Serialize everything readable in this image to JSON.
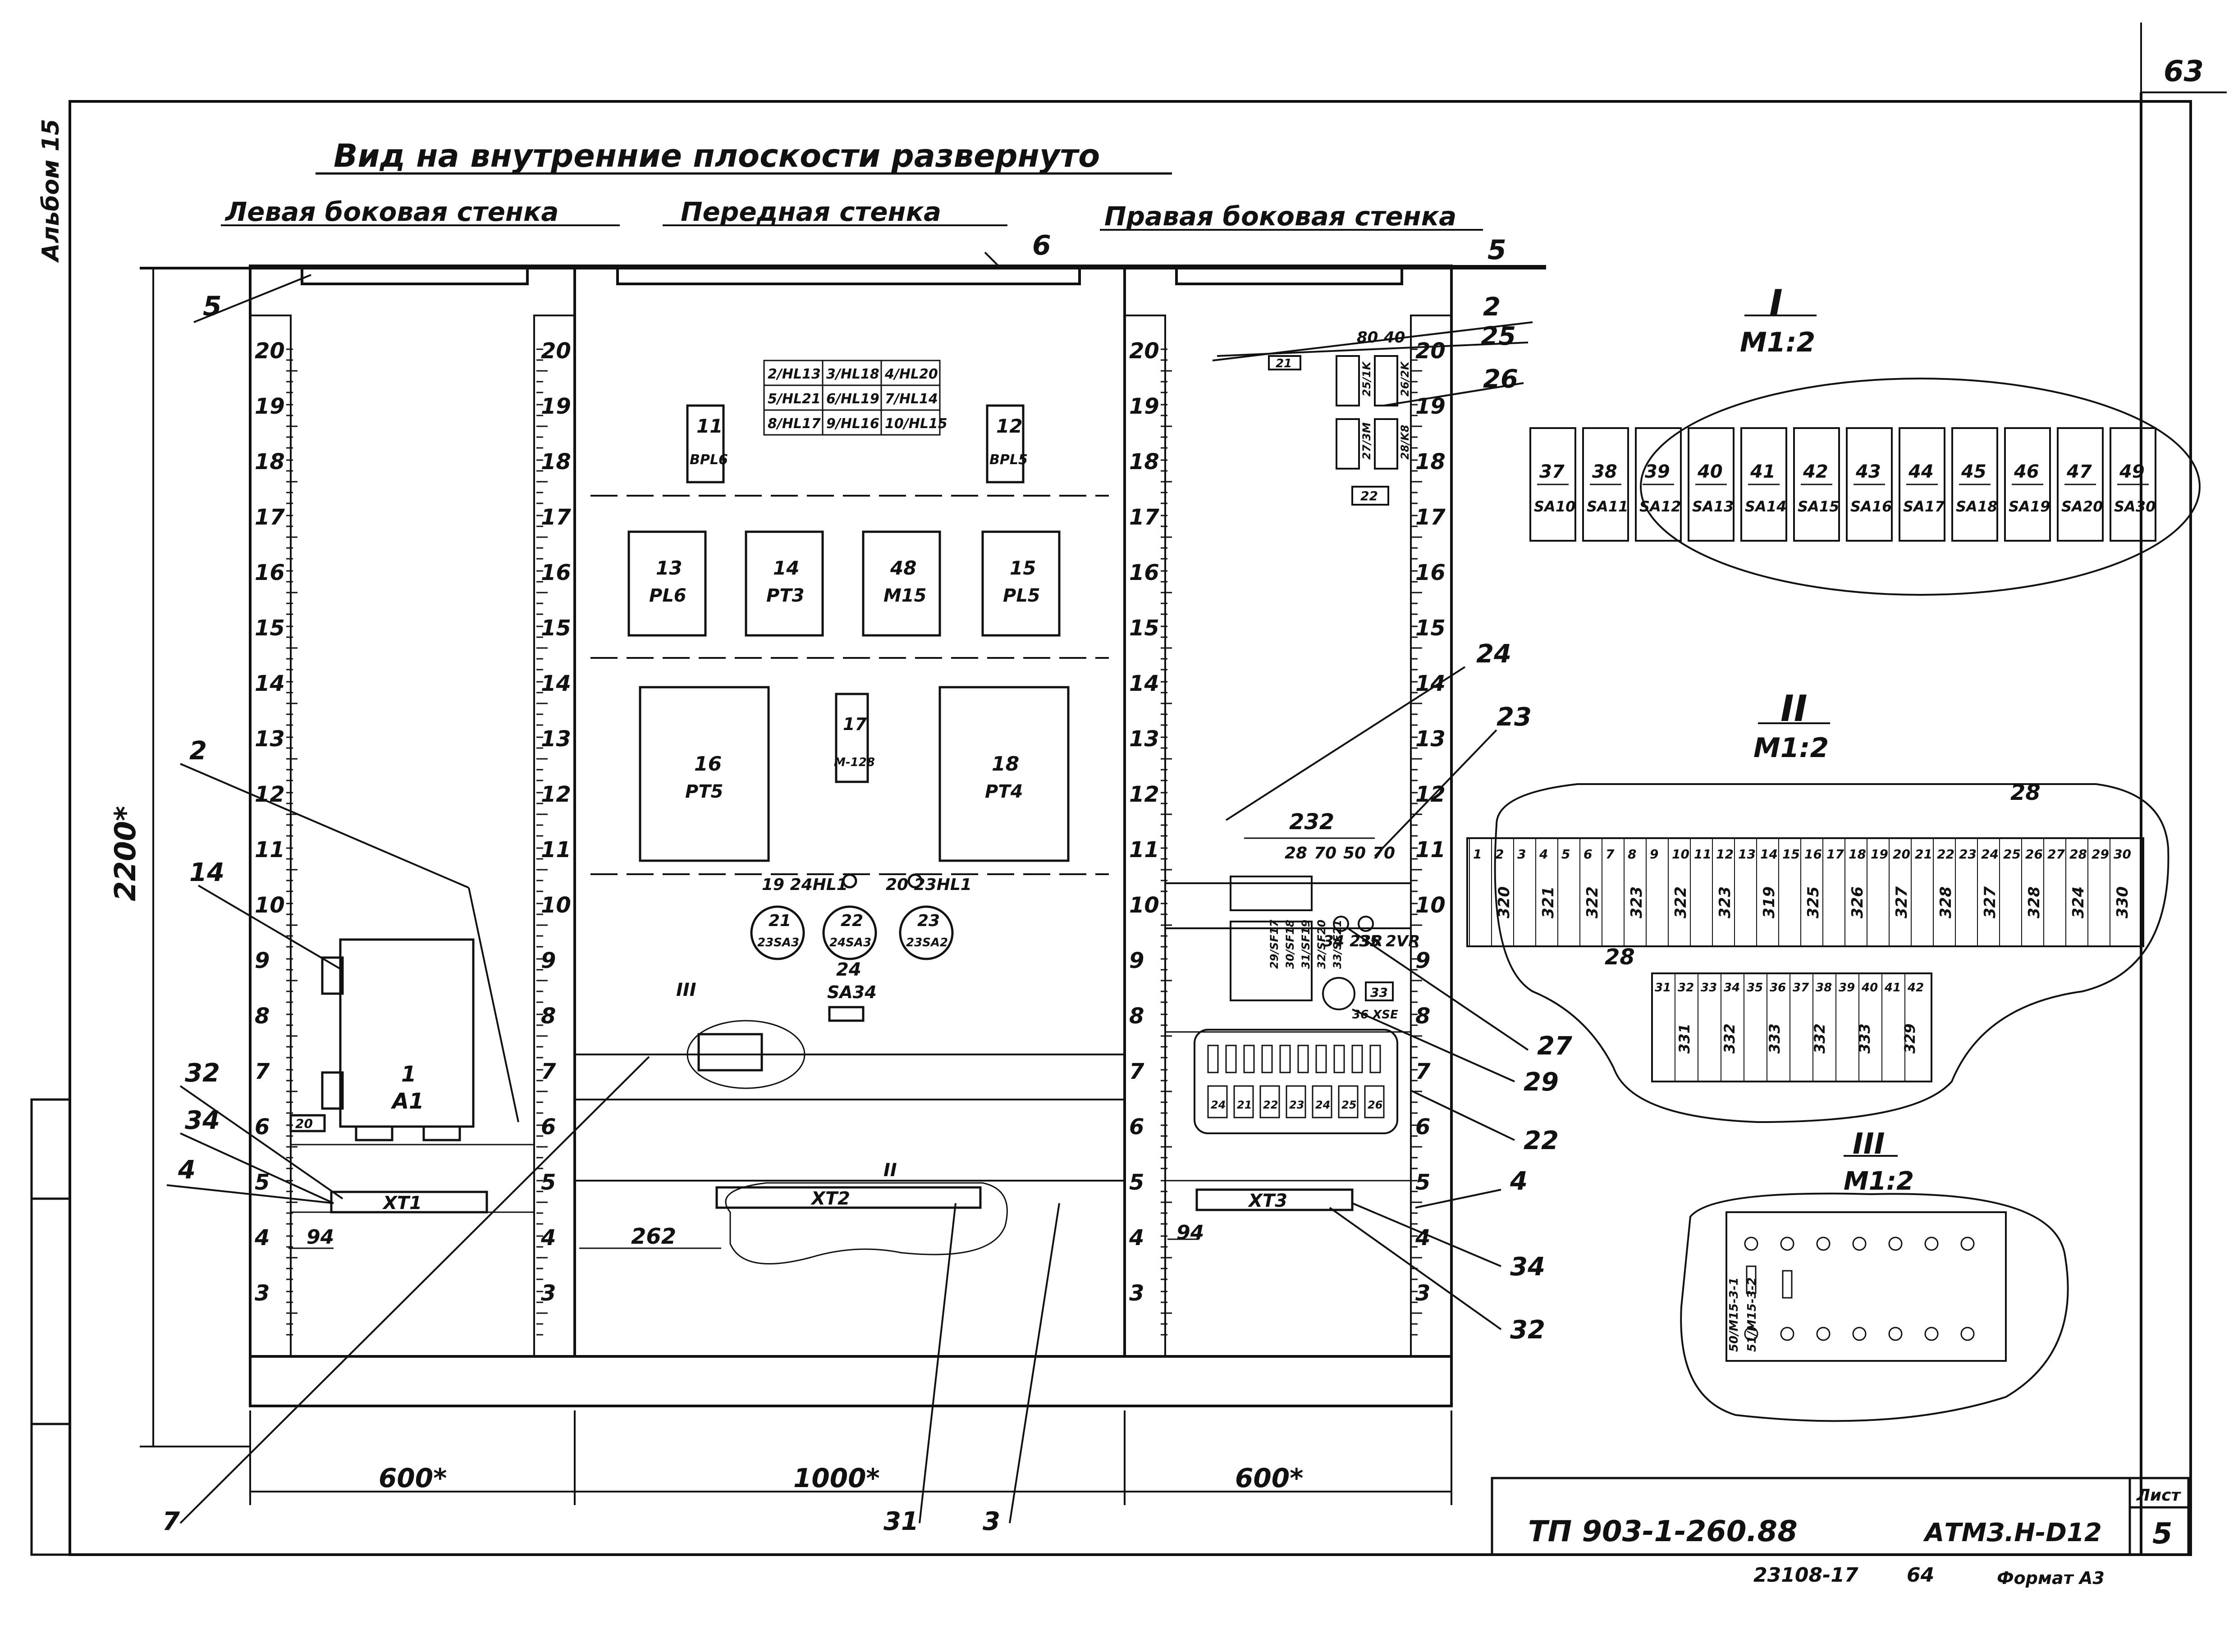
{
  "sheet_number": "63",
  "album": "Альбом 15",
  "title": "Вид на внутренние плоскости развернуто",
  "walls": {
    "left": "Левая боковая стенка",
    "front": "Передная стенка",
    "right": "Правая боковая стенка"
  },
  "dimensions": {
    "height": "2200*",
    "left_width": "600*",
    "front_width": "1000*",
    "right_width": "600*",
    "offset_left": "94",
    "offset_mid": "262",
    "offset_right": "94",
    "top_232": "232",
    "d28": "28",
    "d70a": "70",
    "d50": "50",
    "d70b": "70",
    "d80": "80",
    "d40": "40"
  },
  "scale_numbers": [
    "20",
    "19",
    "18",
    "17",
    "16",
    "15",
    "14",
    "13",
    "12",
    "11",
    "10",
    "9",
    "8",
    "7",
    "6",
    "5",
    "4",
    "3"
  ],
  "callouts": {
    "c5_left": "5",
    "c6": "6",
    "c5_right": "5",
    "c2_top": "2",
    "c25": "25",
    "c26": "26",
    "c24": "24",
    "c23": "23",
    "c27": "27",
    "c29": "29",
    "c22": "22",
    "c4_right": "4",
    "c34_right": "34",
    "c32_right": "32",
    "c2_left": "2",
    "c14": "14",
    "c32_left": "32",
    "c34_left": "34",
    "c4_left": "4",
    "c7": "7",
    "c31": "31",
    "c3": "3"
  },
  "hl_table": [
    [
      "2/HL13",
      "3/HL18",
      "4/HL20"
    ],
    [
      "5/HL21",
      "6/HL19",
      "7/HL14"
    ],
    [
      "8/HL17",
      "9/HL16",
      "10/HL15"
    ]
  ],
  "devices": {
    "d11": {
      "num": "11",
      "code": "BPL6"
    },
    "d12": {
      "num": "12",
      "code": "BPL5"
    },
    "d13": {
      "num": "13",
      "code": "PL6"
    },
    "d14": {
      "num": "14",
      "code": "PT3"
    },
    "d48": {
      "num": "48",
      "code": "M15"
    },
    "d15": {
      "num": "15",
      "code": "PL5"
    },
    "d16": {
      "num": "16",
      "code": "PT5"
    },
    "d17": {
      "num": "17",
      "code": "M-128"
    },
    "d18": {
      "num": "18",
      "code": "PT4"
    },
    "d1": {
      "num": "1",
      "code": "A1"
    },
    "d19": "19\n24HL1",
    "d20": "20\n23HL1",
    "d21": {
      "num": "21",
      "code": "23SA3"
    },
    "d22": {
      "num": "22",
      "code": "24SA3"
    },
    "d23": {
      "num": "23",
      "code": "23SA2"
    },
    "d24": {
      "num": "24",
      "code": "SA34"
    }
  },
  "right_wall": {
    "r21": "21",
    "r25": "25/1K",
    "r26": "26/2K",
    "r27": "27/3M",
    "r28": "28/K8",
    "r22": "22",
    "sf": [
      "29/SF17",
      "30/SF18",
      "31/SF19",
      "32/SF20",
      "33/SF21"
    ],
    "r34": "34\n23R",
    "r35": "35\n2VR",
    "r33": "33",
    "r36": "36\nXSE",
    "terminals": [
      "24",
      "21",
      "22",
      "23",
      "24",
      "25",
      "26"
    ]
  },
  "terminal_blocks": {
    "xt1": "XT1",
    "xt2": "XT2",
    "xt3": "XT3",
    "g20": "20"
  },
  "view_I": {
    "roman": "I",
    "scale": "M1:2",
    "nums": [
      "37",
      "38",
      "39",
      "40",
      "41",
      "42",
      "43",
      "44",
      "45",
      "46",
      "47",
      "49"
    ],
    "codes": [
      "SA10",
      "SA11",
      "SA12",
      "SA13",
      "SA14",
      "SA15",
      "SA16",
      "SA17",
      "SA18",
      "SA19",
      "SA20",
      "SA30"
    ]
  },
  "view_II": {
    "roman": "II",
    "scale": "M1:2",
    "label_28a": "28",
    "label_28b": "28",
    "top_nums": [
      "1",
      "2",
      "3",
      "4",
      "5",
      "6",
      "7",
      "8",
      "9",
      "10",
      "11",
      "12",
      "13",
      "14",
      "15",
      "16",
      "17",
      "18",
      "19",
      "20",
      "21",
      "22",
      "23",
      "24",
      "25",
      "26",
      "27",
      "28",
      "29",
      "30"
    ],
    "top_codes": [
      "320",
      "321",
      "322",
      "323",
      "322",
      "323",
      "319",
      "325",
      "326",
      "327",
      "328",
      "327",
      "328",
      "324",
      "330"
    ],
    "bot_nums": [
      "31",
      "32",
      "33",
      "34",
      "35",
      "36",
      "37",
      "38",
      "39",
      "40",
      "41",
      "42"
    ],
    "bot_codes": [
      "331",
      "332",
      "333",
      "332",
      "333",
      "329"
    ]
  },
  "view_III": {
    "roman": "III",
    "scale": "M1:2",
    "label_a": "50/M15-3-1",
    "label_b": "51/M15-3-2"
  },
  "view_markers": {
    "m2": "II",
    "m3": "III"
  },
  "stamp": {
    "doc": "ТП 903-1-260.88",
    "code": "АТМЗ.Н-D12",
    "sheet_label": "Лист",
    "sheet": "5"
  },
  "footer": {
    "inv": "23108-17",
    "page": "64",
    "format": "Формат А3"
  }
}
